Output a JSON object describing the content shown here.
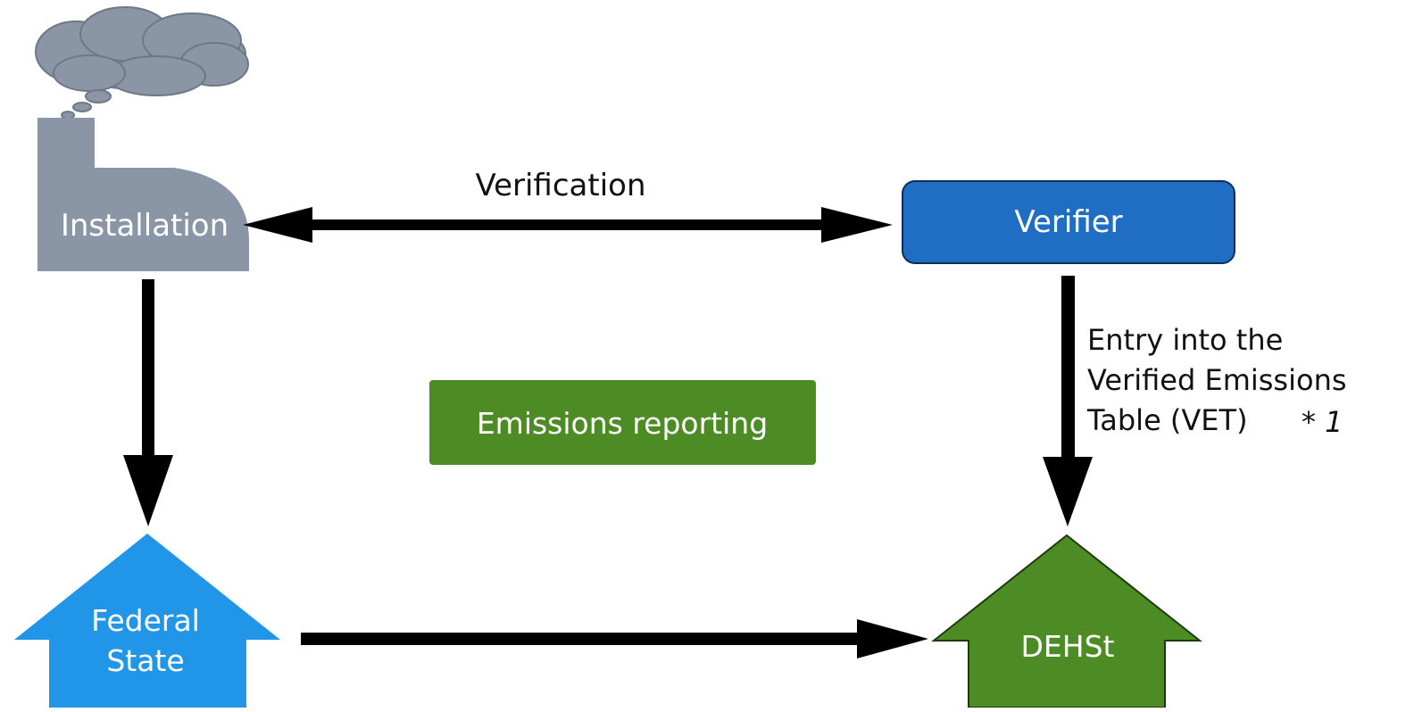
{
  "nodes": {
    "installation": {
      "label": "Installation",
      "color": "#8a95a5"
    },
    "verifier": {
      "label": "Verifier",
      "color": "#1f6ec4"
    },
    "federal_state": {
      "label_line1": "Federal",
      "label_line2": "State",
      "color": "#2196e8"
    },
    "dehst": {
      "label": "DEHSt",
      "color": "#4d8c24"
    },
    "emissions_reporting": {
      "label": "Emissions reporting",
      "color": "#4d8c24"
    }
  },
  "edges": {
    "verification": {
      "label": "Verification"
    },
    "entry": {
      "label_line1": "Entry into the",
      "label_line2": "Verified Emissions",
      "label_line3": "Table (VET)",
      "footnote": "* 1"
    }
  },
  "colors": {
    "arrow": "#000000",
    "text_on_color": "#ffffff",
    "text_dark": "#111111"
  }
}
